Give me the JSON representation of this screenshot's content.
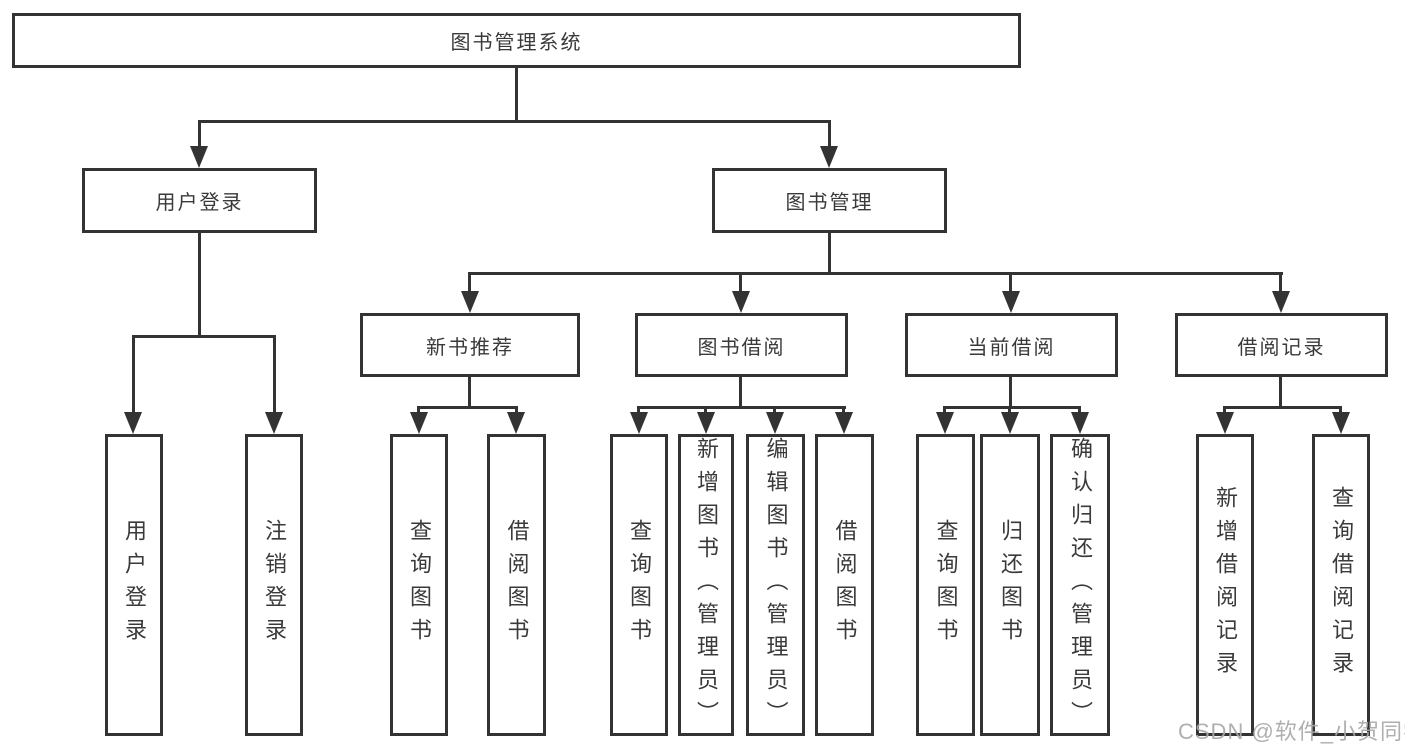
{
  "diagram": {
    "root": {
      "label": "图书管理系统"
    },
    "level2": [
      {
        "label": "用户登录",
        "children": [
          "用户登录",
          "注销登录"
        ]
      },
      {
        "label": "图书管理"
      }
    ],
    "level3": [
      {
        "label": "新书推荐",
        "children": [
          "查询图书",
          "借阅图书"
        ]
      },
      {
        "label": "图书借阅",
        "children": [
          "查询图书",
          "新增图书（管理员）",
          "编辑图书（管理员）",
          "借阅图书"
        ]
      },
      {
        "label": "当前借阅",
        "children": [
          "查询图书",
          "归还图书",
          "确认归还（管理员）"
        ]
      },
      {
        "label": "借阅记录",
        "children": [
          "新增借阅记录",
          "查询借阅记录"
        ]
      }
    ],
    "watermark": "CSDN @软件_小贺同学",
    "colors": {
      "line": "#333333",
      "text": "#3a3a3a",
      "watermark": "#a8a8a8",
      "background": "#ffffff"
    }
  }
}
